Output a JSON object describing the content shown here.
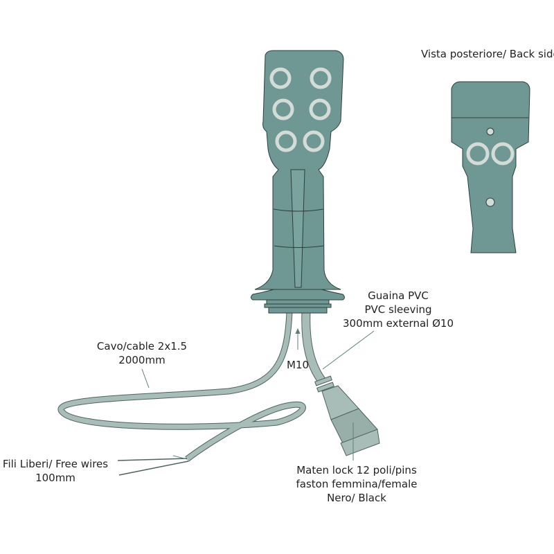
{
  "labels": {
    "back_side": "Vista posteriore/ Back side",
    "sleeving": [
      "Guaina PVC",
      "PVC sleeving",
      "300mm external Ø10"
    ],
    "cable": [
      "Cavo/cable 2x1.5",
      "2000mm"
    ],
    "thread": "M10",
    "free_wires": [
      "Fili Liberi/ Free wires",
      "100mm"
    ],
    "connector": [
      "Maten lock 12 poli/pins",
      "faston femmina/female",
      "Nero/ Black"
    ]
  },
  "colors": {
    "body": "#6f9894",
    "cable": "#a9bdb8",
    "button_ring": "#d4dcd8",
    "line": "#2c3e3c"
  }
}
